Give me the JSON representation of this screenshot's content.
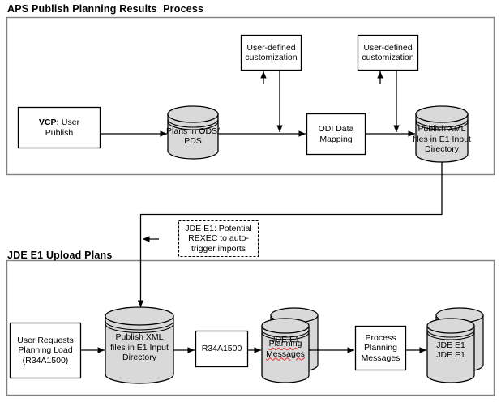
{
  "diagram": {
    "title_top": "APS Publish Planning Results  Process",
    "title_bottom": "JDE E1 Upload Plans",
    "colors": {
      "cylinder_fill": "#d9d9d9",
      "box_fill": "#ffffff",
      "stroke": "#000000",
      "frame_stroke": "#808080",
      "spell_error": "#e03030"
    }
  },
  "top_section": {
    "nodes": {
      "vcp_publish": {
        "label_bold": "VCP:",
        "label_rest": " User\nPublish"
      },
      "plans_ods": {
        "label": "Plans in ODS/\nPDS"
      },
      "user_custom_1": {
        "label": "User-defined\ncustomization"
      },
      "user_custom_2": {
        "label": "User-defined\ncustomization"
      },
      "odi_mapping": {
        "label": "ODI Data\nMapping"
      },
      "publish_xml": {
        "label": "Publish XML\nfiles in E1 Input\nDirectory"
      }
    }
  },
  "mid_section": {
    "annotation": {
      "label": "JDE E1: Potential\nREXEC to auto-\ntrigger imports"
    }
  },
  "bottom_section": {
    "nodes": {
      "user_requests": {
        "label": "User Requests\nPlanning Load\n(R34A1500)"
      },
      "publish_xml_2": {
        "label": "Publish XML\nfiles in E1 Input\nDirectory"
      },
      "r34a1500": {
        "label": "R34A1500"
      },
      "planning_messages": {
        "label_front": "Planning\nMessages",
        "label_overlay": "JDE E1",
        "spell_error_word": "Planning"
      },
      "process_planning": {
        "label": "Process\nPlanning\nMessages"
      },
      "jde_e1_store": {
        "label": "JDE E1\nJDE E1"
      }
    }
  }
}
